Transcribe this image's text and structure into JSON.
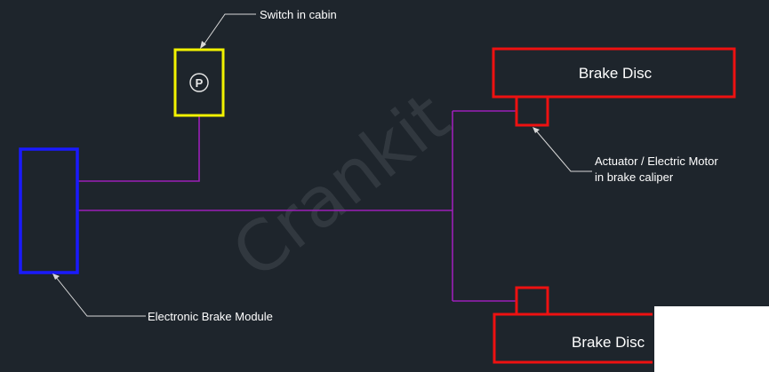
{
  "labels": {
    "switch": "Switch in cabin",
    "module": "Electronic Brake Module",
    "actuator_line1": "Actuator / Electric Motor",
    "actuator_line2": "in brake caliper",
    "disc_top": "Brake Disc",
    "disc_bottom": "Brake Disc"
  },
  "switch_symbol": "P",
  "watermark": "Crankit",
  "colors": {
    "background": "#1e252c",
    "module_border": "#1a1aff",
    "switch_border": "#f2f200",
    "disc_border": "#ee1111",
    "wire": "#9b1fb8",
    "leader": "#d8d8d8"
  }
}
